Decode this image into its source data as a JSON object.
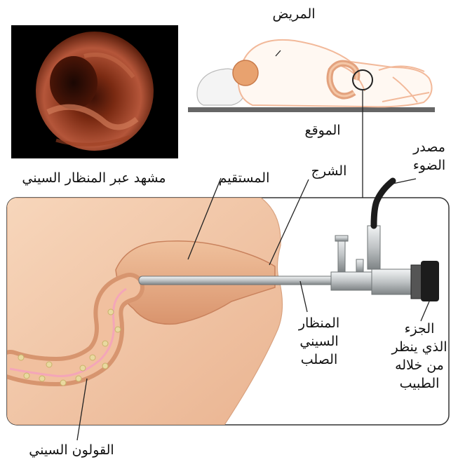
{
  "labels": {
    "patient": "المريض",
    "site": "الموقع",
    "sigmoidoscope_view": "مشهد عبر المنظار السيني",
    "light_source": "مصدر\nالضوء",
    "anus": "الشرج",
    "rectum": "المستقيم",
    "rigid_sigmoidoscope": "المنظار\nالسيني\nالصلب",
    "eyepiece": "الجزء\nالذي ينظر\nمن خلاله\nالطبيب",
    "sigmoid_colon": "القولون السيني"
  },
  "colors": {
    "tissue": "#f3c9a6",
    "tissue_dark": "#d99b76",
    "colon_vessel": "#f4a6b8",
    "nodule": "#e9d9a0",
    "scope_metal": "#bfc3c5",
    "scope_dark": "#1c1c1c",
    "inset_bg": "#000000",
    "table": "#666666"
  }
}
